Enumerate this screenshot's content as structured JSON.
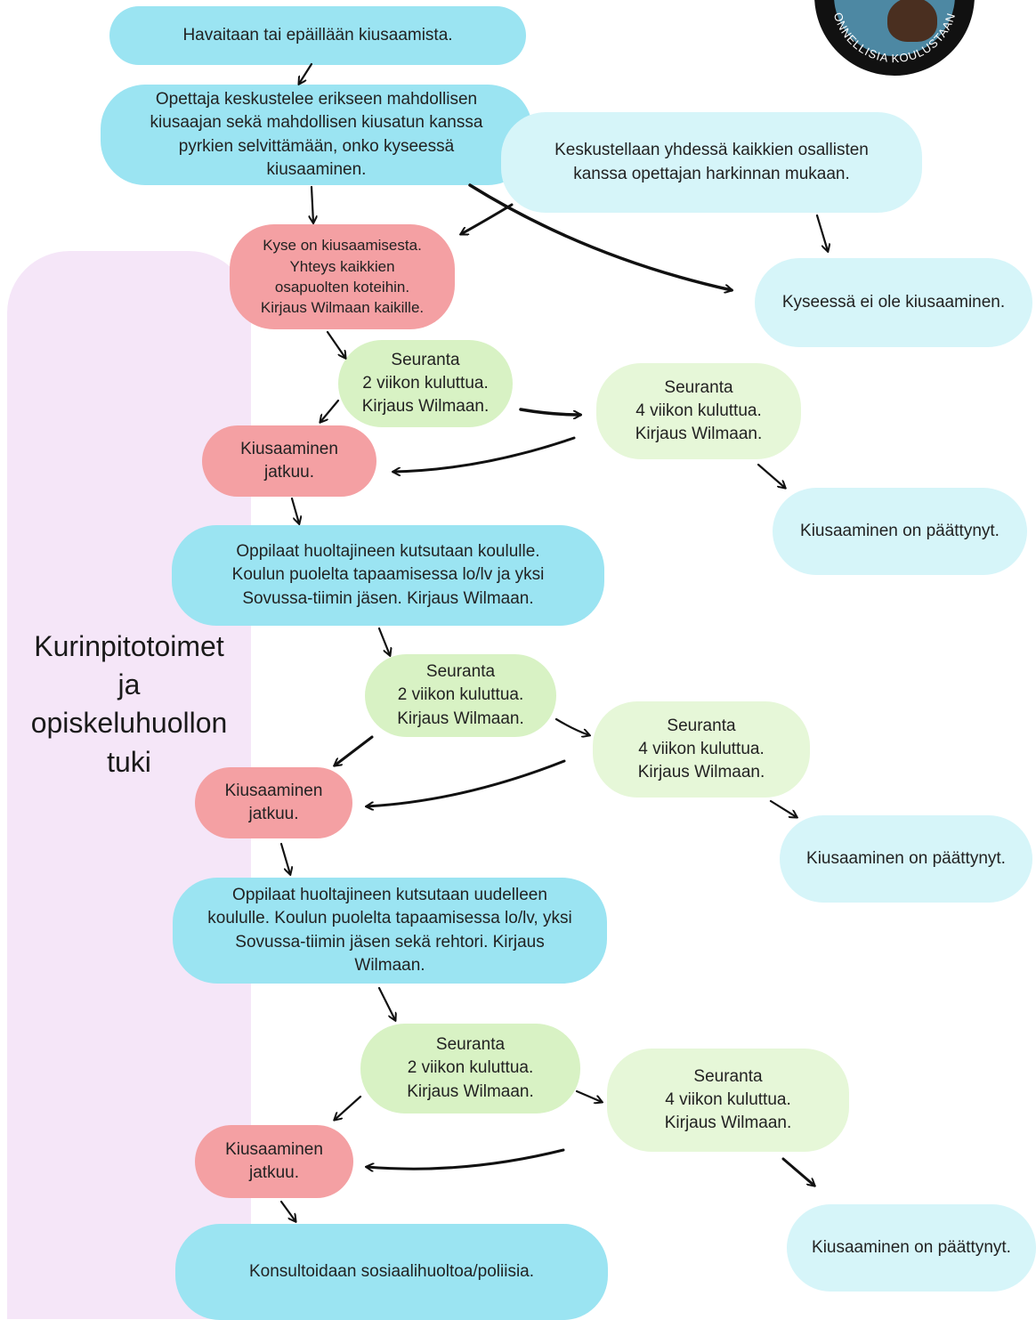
{
  "side_panel": {
    "label": "Kurinpitotoimet\nja\nopiskeluhuollon\ntuki"
  },
  "logo": {
    "text": "ONNELLISIA KOULUSTAAN"
  },
  "nodes": {
    "start": "Havaitaan tai epäillään kiusaamista.",
    "teacher_talk": "Opettaja keskustelee erikseen mahdollisen\nkiusaajan sekä mahdollisen kiusatun kanssa\npyrkien  selvittämään, onko kyseessä\nkiusaaminen.",
    "group_talk": "Keskustellaan yhdessä kaikkien osallisten\nkanssa opettajan harkinnan mukaan.",
    "not_bullying": "Kyseessä ei ole kiusaaminen.",
    "is_bullying": "Kyse on kiusaamisesta.\nYhteys kaikkien\nosapuolten koteihin.\nKirjaus Wilmaan kaikille.",
    "follow2_a": "Seuranta\n2 viikon kuluttua.\nKirjaus Wilmaan.",
    "follow4_a": "Seuranta\n4 viikon kuluttua.\nKirjaus Wilmaan.",
    "continues_a": "Kiusaaminen\njatkuu.",
    "ended_a": "Kiusaaminen on päättynyt.",
    "meeting_1": "Oppilaat huoltajineen kutsutaan koululle.\nKoulun puolelta tapaamisessa lo/lv ja yksi\nSovussa-tiimin jäsen. Kirjaus Wilmaan.",
    "follow2_b": "Seuranta\n2 viikon kuluttua.\nKirjaus Wilmaan.",
    "follow4_b": "Seuranta\n4 viikon kuluttua.\nKirjaus Wilmaan.",
    "continues_b": "Kiusaaminen\njatkuu.",
    "ended_b": "Kiusaaminen on päättynyt.",
    "meeting_2": "Oppilaat huoltajineen kutsutaan uudelleen\nkoululle. Koulun puolelta tapaamisessa lo/lv, yksi\nSovussa-tiimin jäsen sekä rehtori. Kirjaus\nWilmaan.",
    "follow2_c": "Seuranta\n2 viikon kuluttua.\nKirjaus Wilmaan.",
    "follow4_c": "Seuranta\n4 viikon kuluttua.\nKirjaus Wilmaan.",
    "continues_c": "Kiusaaminen\njatkuu.",
    "ended_c": "Kiusaaminen on päättynyt.",
    "consult": "Konsultoidaan sosiaalihuoltoa/poliisia."
  }
}
